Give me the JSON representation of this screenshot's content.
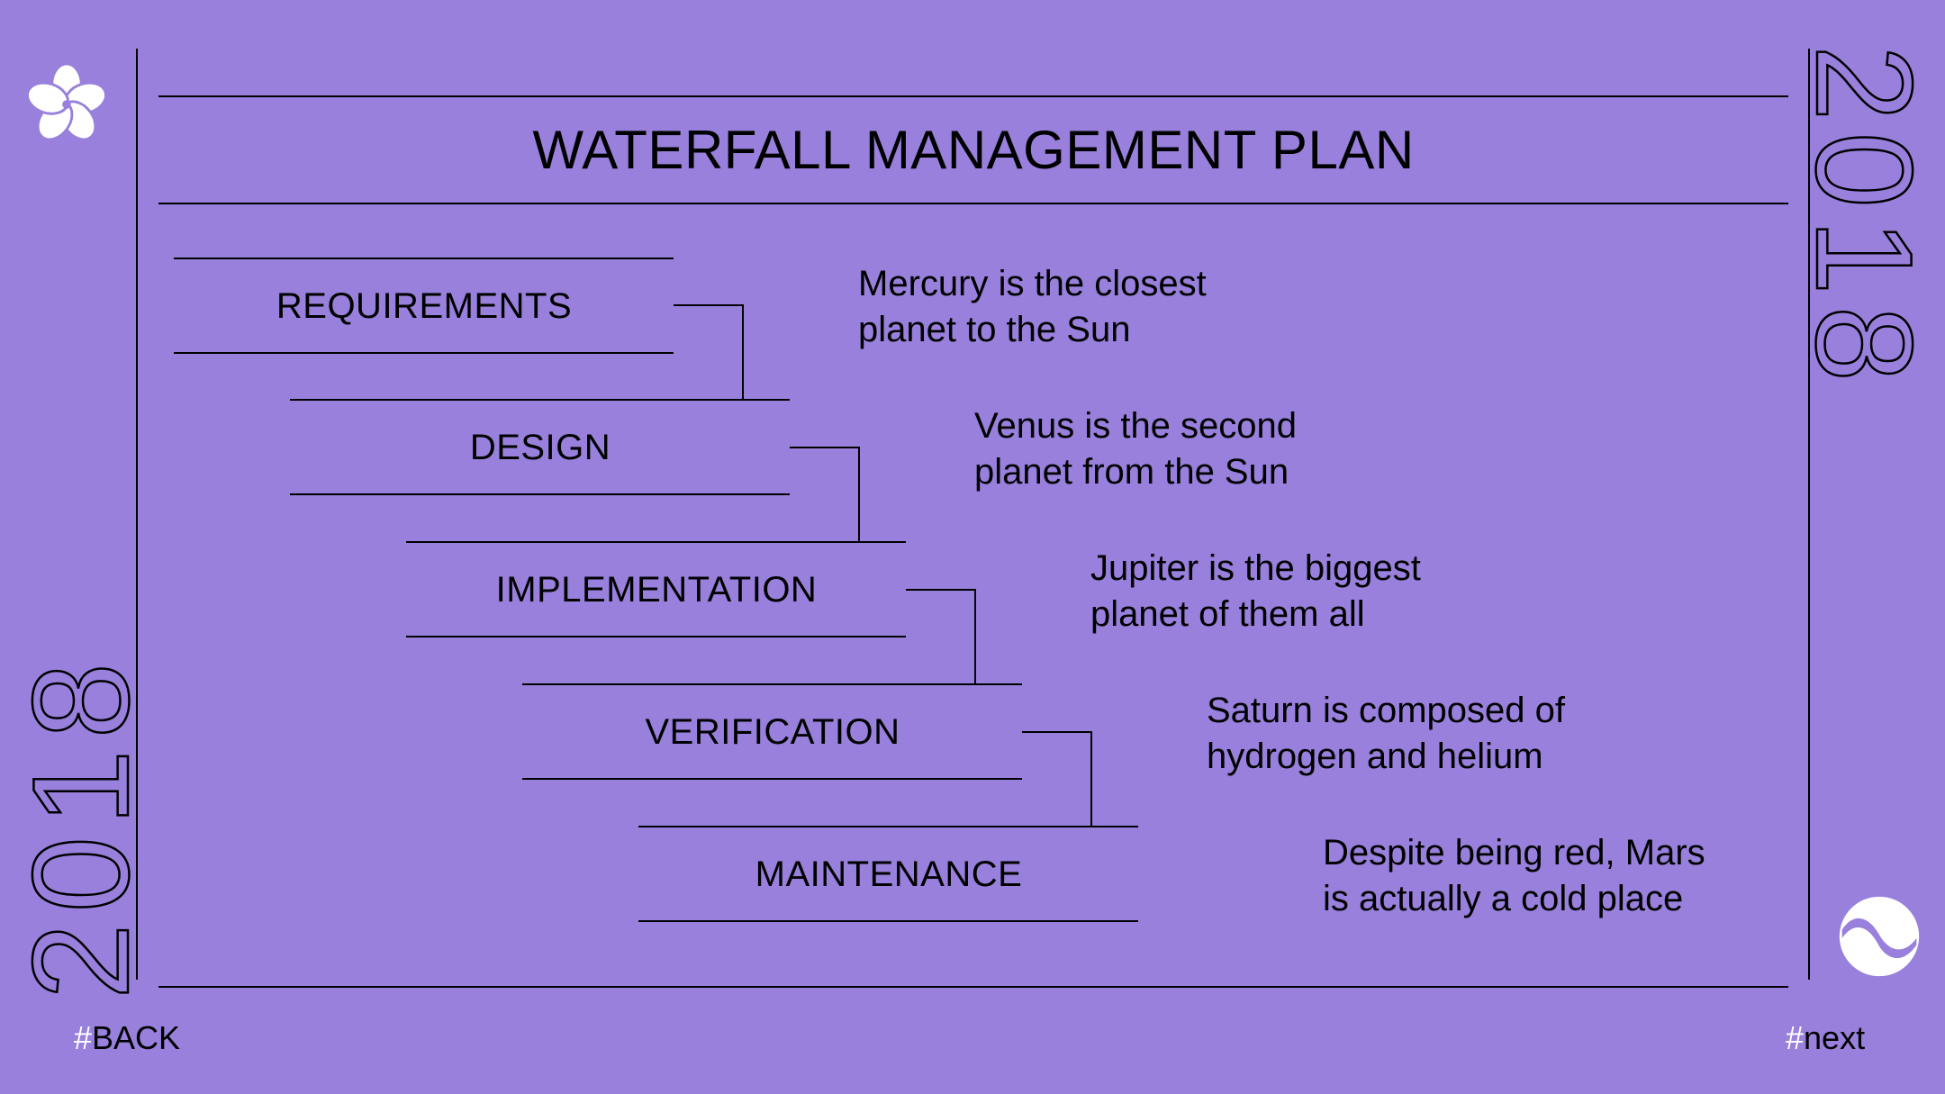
{
  "title": "WATERFALL MANAGEMENT PLAN",
  "year": "2018",
  "phases": [
    {
      "label": "REQUIREMENTS",
      "description": [
        "Mercury is the closest",
        "planet to the Sun"
      ]
    },
    {
      "label": "DESIGN",
      "description": [
        "Venus is the second",
        "planet from the Sun"
      ]
    },
    {
      "label": "IMPLEMENTATION",
      "description": [
        "Jupiter is the biggest",
        "planet of them all"
      ]
    },
    {
      "label": "VERIFICATION",
      "description": [
        "Saturn is composed of",
        "hydrogen and helium"
      ]
    },
    {
      "label": "MAINTENANCE",
      "description": [
        "Despite being red, Mars",
        "is actually a cold place"
      ]
    }
  ],
  "nav": {
    "hash": "#",
    "back_label": "BACK",
    "next_label": "next"
  },
  "icons": {
    "top_left": "flower-icon",
    "bottom_right": "wave-circle-icon"
  },
  "colors": {
    "background": "#9880dc",
    "line": "#000000",
    "accent": "#ffffff"
  }
}
